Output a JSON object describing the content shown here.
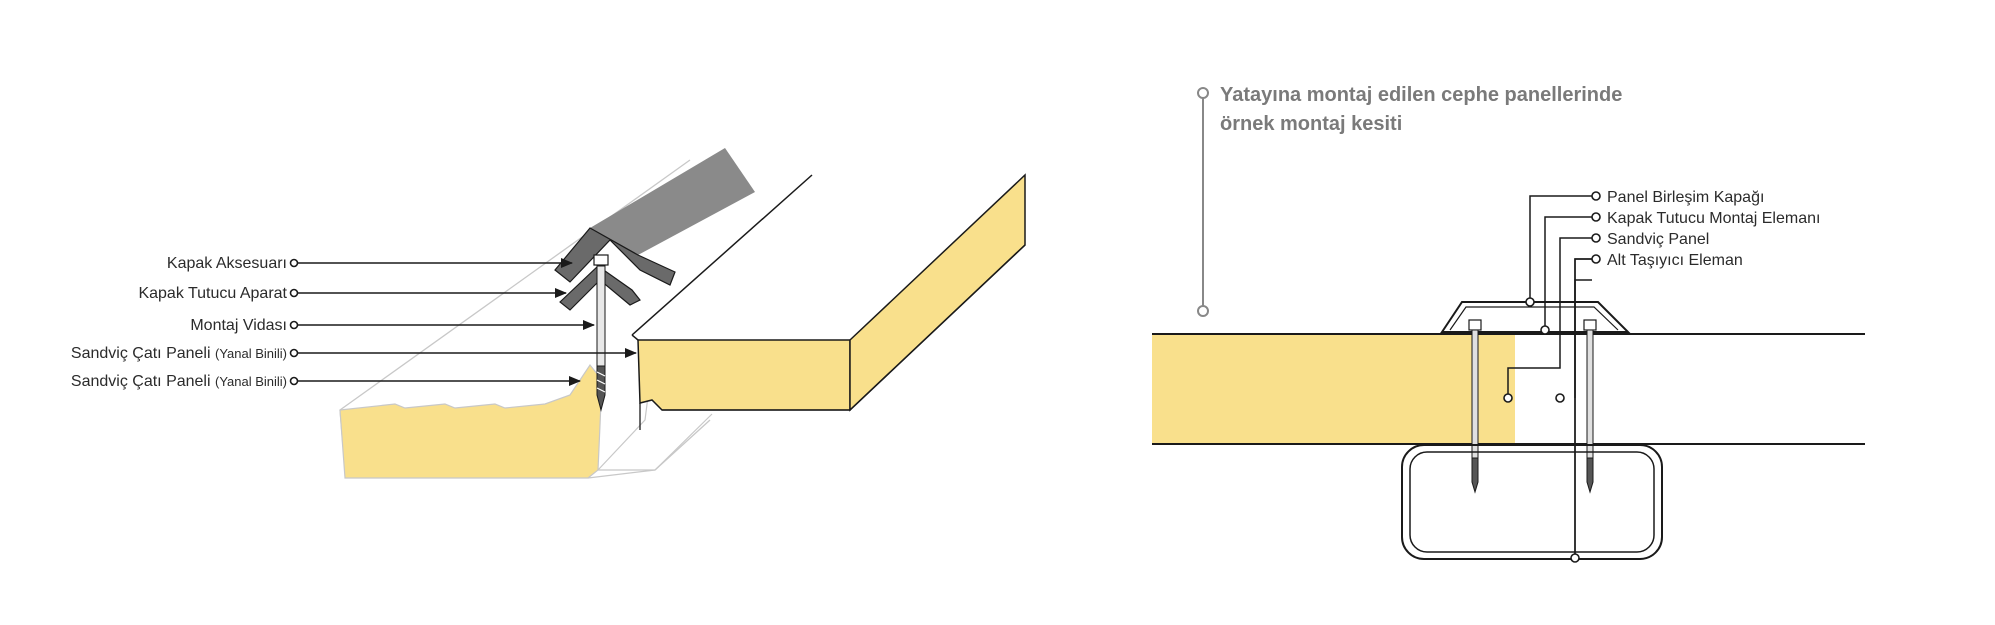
{
  "left_diagram": {
    "labels": [
      {
        "main": "Kapak Aksesuarı",
        "sub": ""
      },
      {
        "main": "Kapak Tutucu Aparat",
        "sub": ""
      },
      {
        "main": "Montaj Vidası",
        "sub": ""
      },
      {
        "main": "Sandviç Çatı Paneli ",
        "sub": "(Yanal Binili)"
      },
      {
        "main": "Sandviç Çatı Paneli ",
        "sub": "(Yanal Binili)"
      }
    ]
  },
  "right_diagram": {
    "title_lines": [
      "Yatayına montaj edilen cephe panellerinde",
      "örnek montaj kesiti"
    ],
    "labels": [
      "Panel Birleşim Kapağı",
      "Kapak Tutucu Montaj Elemanı",
      "Sandviç Panel",
      "Alt Taşıyıcı Eleman"
    ]
  },
  "colors": {
    "insulation": "#f9e08c",
    "cap_gray": "#8a8a8a",
    "line": "#1a1a1a",
    "title_gray": "#7a7a7a"
  }
}
